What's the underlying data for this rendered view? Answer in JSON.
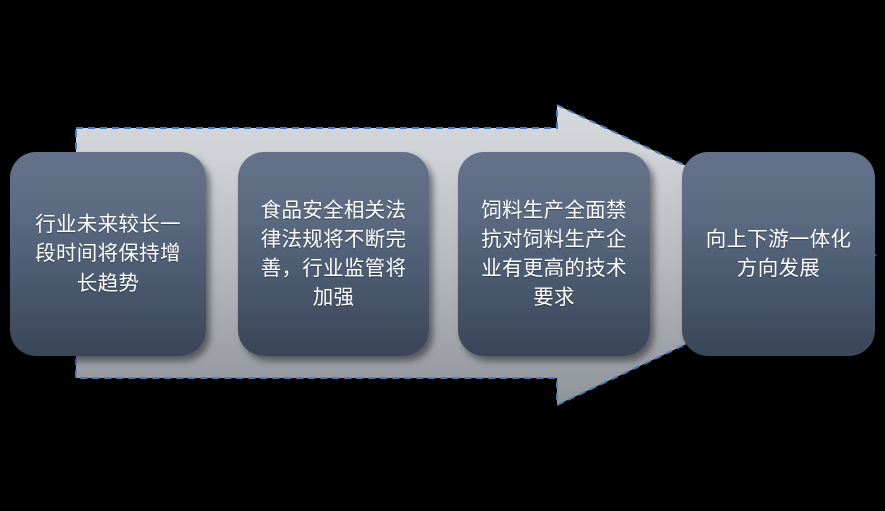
{
  "diagram": {
    "type": "process-arrow",
    "title": "",
    "arrow": {
      "name": "right-arrow-shape",
      "direction": "right",
      "fill_top_color": "#d2d5da",
      "fill_bottom_color": "#8c9099",
      "selection_outline_color": "#4a7ebb",
      "selected": true
    },
    "boxes": [
      {
        "index": 1,
        "text": "行业未来较长一段时间将保持增长趋势",
        "fill_top_color": "#63728a",
        "fill_bottom_color": "#394559",
        "text_color": "#ffffff"
      },
      {
        "index": 2,
        "text": "食品安全相关法律法规将不断完善，行业监管将加强",
        "fill_top_color": "#63728a",
        "fill_bottom_color": "#394559",
        "text_color": "#ffffff"
      },
      {
        "index": 3,
        "text": "饲料生产全面禁抗对饲料生产企业有更高的技术要求",
        "fill_top_color": "#63728a",
        "fill_bottom_color": "#394559",
        "text_color": "#ffffff"
      },
      {
        "index": 4,
        "text": "向上下游一体化方向发展",
        "fill_top_color": "#63728a",
        "fill_bottom_color": "#394559",
        "text_color": "#ffffff"
      }
    ]
  }
}
